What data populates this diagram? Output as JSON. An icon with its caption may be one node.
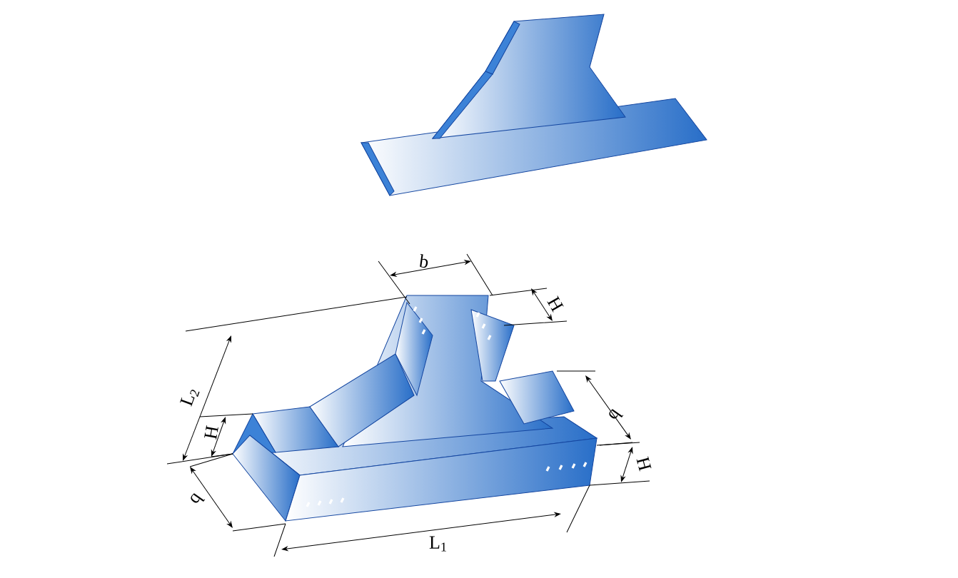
{
  "diagram": {
    "labels": [
      "b",
      "H",
      "L$_{2}$",
      "b",
      "H",
      "H",
      "b",
      "L$_{1}$"
    ]
  }
}
